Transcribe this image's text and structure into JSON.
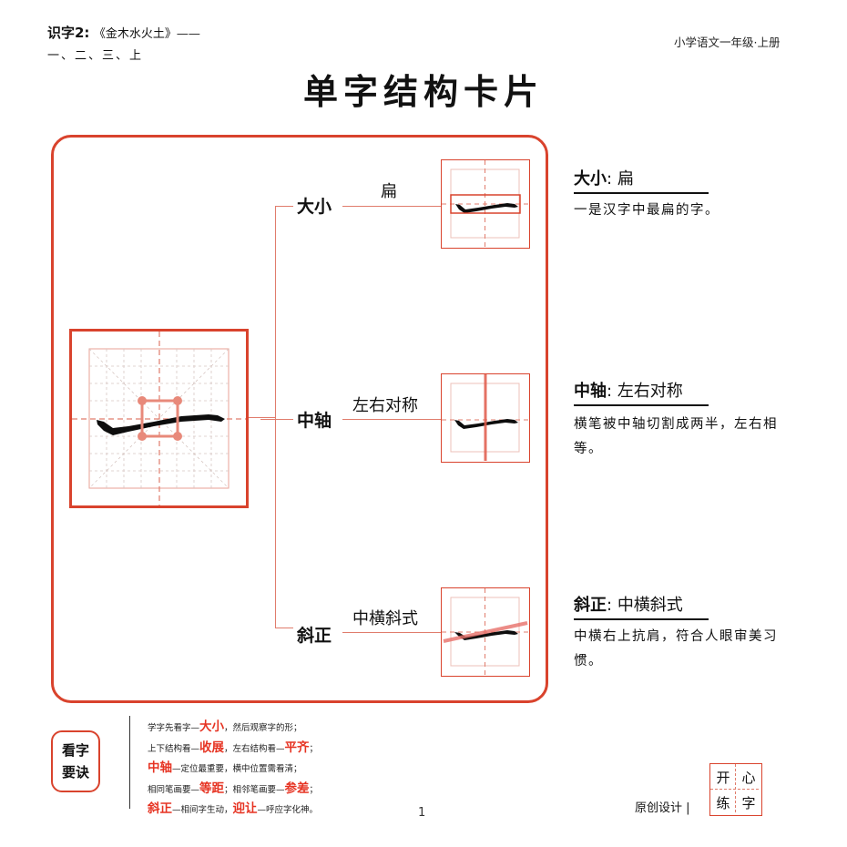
{
  "header": {
    "lesson_label": "识字2:",
    "lesson_subtitle": "《金木水火土》——",
    "lesson_chars": "一、二、三、上",
    "grade": "小学语文一年级·上册"
  },
  "title": "单字结构卡片",
  "character": "一",
  "branches": [
    {
      "label": "大小",
      "desc": "扁"
    },
    {
      "label": "中轴",
      "desc": "左右对称"
    },
    {
      "label": "斜正",
      "desc": "中横斜式"
    }
  ],
  "explanations": [
    {
      "key": "大小",
      "sep": ":",
      "value": "扁",
      "body": "一是汉字中最扁的字。"
    },
    {
      "key": "中轴",
      "sep": ":",
      "value": "左右对称",
      "body": "横笔被中轴切割成两半，左右相等。"
    },
    {
      "key": "斜正",
      "sep": ":",
      "value": "中横斜式",
      "body": "中横右上抗肩，符合人眼审美习惯。"
    }
  ],
  "tips": {
    "badge_line1": "看字",
    "badge_line2": "要诀",
    "lines": [
      [
        {
          "t": "学字先看字—"
        },
        {
          "t": "大小",
          "hl": true
        },
        {
          "t": "，然后观察字的形；"
        }
      ],
      [
        {
          "t": "上下结构看—"
        },
        {
          "t": "收展",
          "hl": true
        },
        {
          "t": "，左右结构看—"
        },
        {
          "t": "平齐",
          "hl": true
        },
        {
          "t": "；"
        }
      ],
      [
        {
          "t": "中轴",
          "hl": true
        },
        {
          "t": "—定位最重要，横中位置需看清；"
        }
      ],
      [
        {
          "t": "相同笔画要—"
        },
        {
          "t": "等距",
          "hl": true
        },
        {
          "t": "；相邻笔画要—"
        },
        {
          "t": "参差",
          "hl": true
        },
        {
          "t": "；"
        }
      ],
      [
        {
          "t": "斜正",
          "hl": true
        },
        {
          "t": "—相间字生动，"
        },
        {
          "t": "迎让",
          "hl": true
        },
        {
          "t": "—呼应字化神。"
        }
      ]
    ]
  },
  "footer": {
    "page_number": "1",
    "credit": "原创设计 |",
    "stamp": [
      "开",
      "心",
      "练",
      "字"
    ]
  },
  "colors": {
    "accent": "#d9432d",
    "highlight": "#e63322",
    "guide": "#e07c6c",
    "ink": "#111111"
  }
}
